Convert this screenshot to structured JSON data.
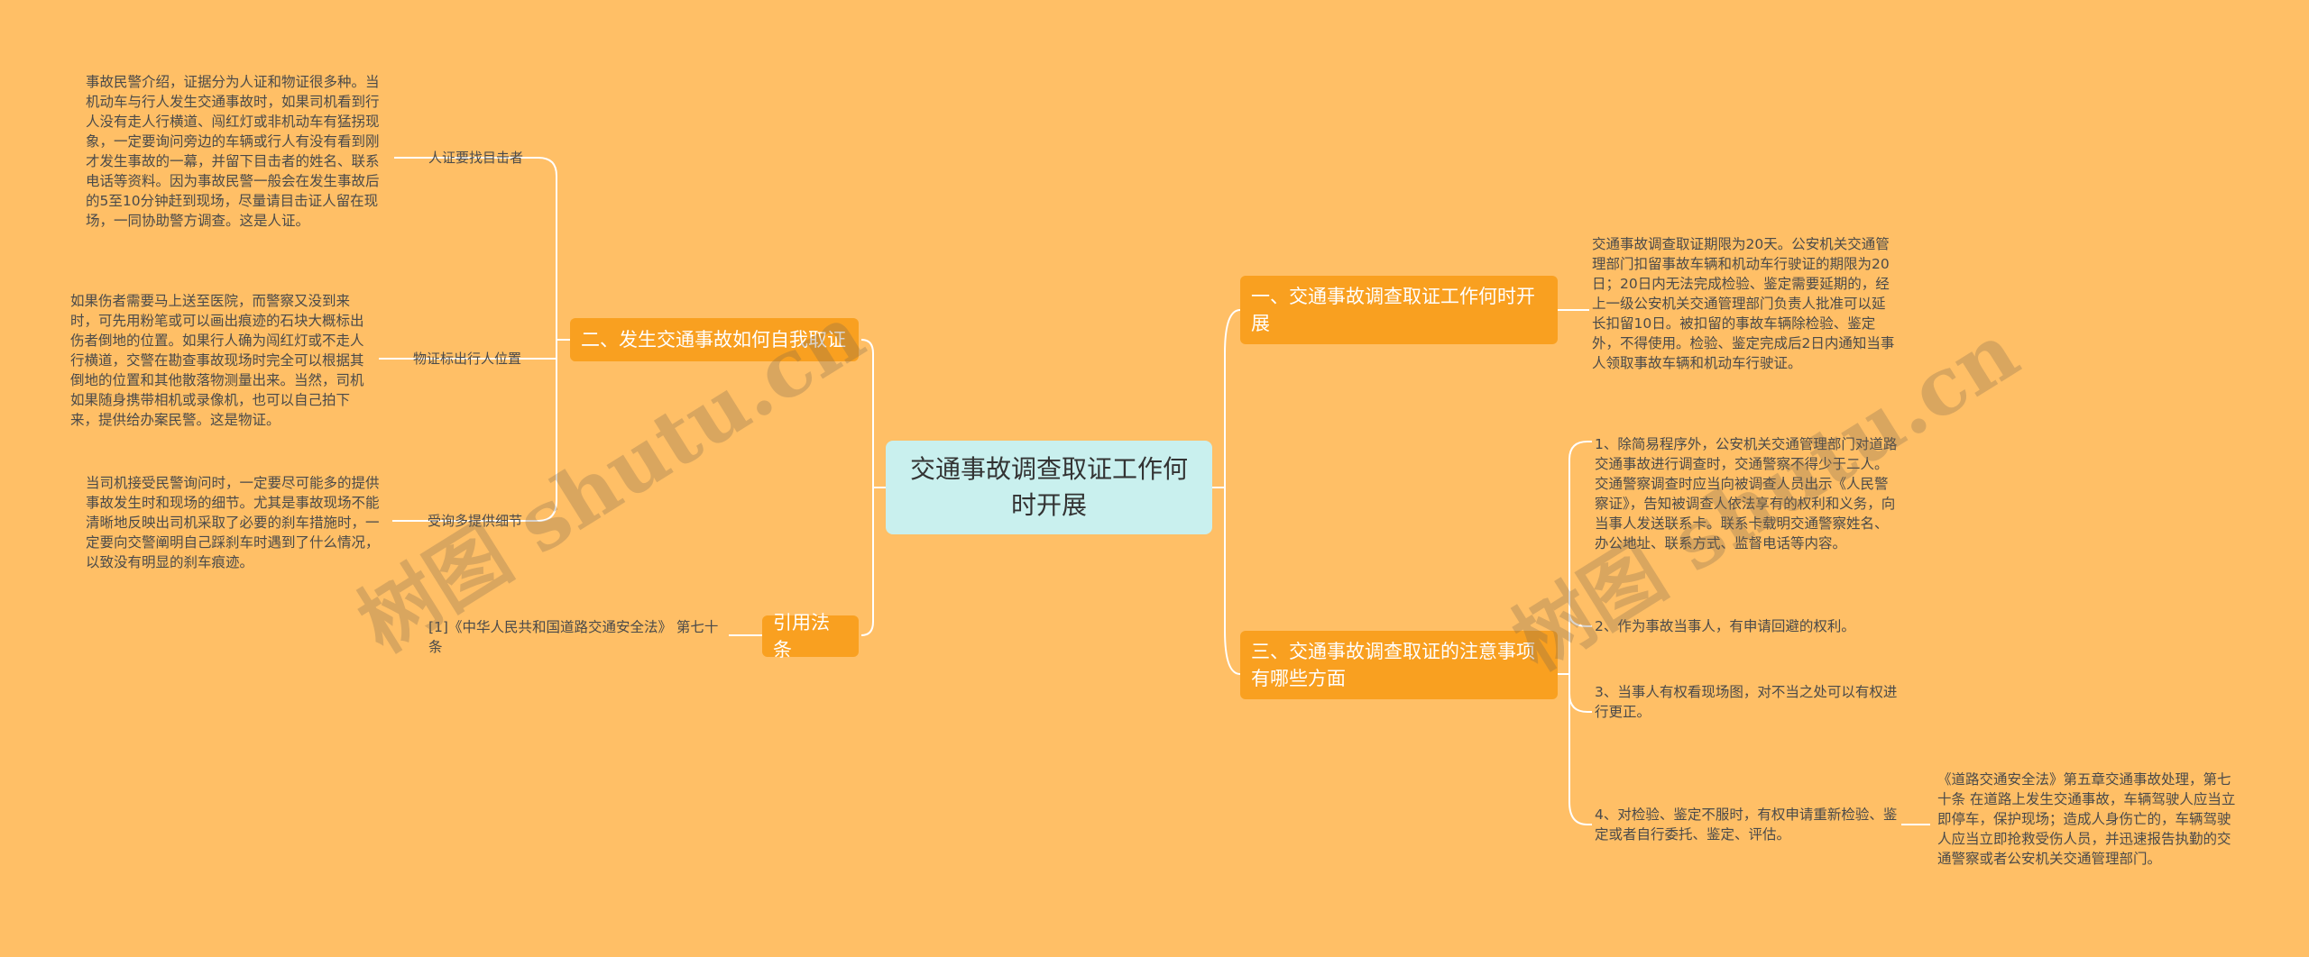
{
  "root": {
    "label": "交通事故调查取证工作何时开展"
  },
  "right": {
    "b1": {
      "label": "一、交通事故调查取证工作何时开展",
      "text": "交通事故调查取证期限为20天。公安机关交通管理部门扣留事故车辆和机动车行驶证的期限为20日；20日内无法完成检验、鉴定需要延期的，经上一级公安机关交通管理部门负责人批准可以延长扣留10日。被扣留的事故车辆除检验、鉴定外，不得使用。检验、鉴定完成后2日内通知当事人领取事故车辆和机动车行驶证。"
    },
    "b3": {
      "label": "三、交通事故调查取证的注意事项有哪些方面",
      "items": [
        "1、除简易程序外，公安机关交通管理部门对道路交通事故进行调查时，交通警察不得少于二人。交通警察调查时应当向被调查人员出示《人民警察证》，告知被调查人依法享有的权利和义务，向当事人发送联系卡。联系卡载明交通警察姓名、办公地址、联系方式、监督电话等内容。",
        "2、作为事故当事人，有申请回避的权利。",
        "3、当事人有权看现场图，对不当之处可以有权进行更正。",
        "4、对检验、鉴定不服时，有权申请重新检验、鉴定或者自行委托、鉴定、评估。"
      ],
      "item4_detail": "《道路交通安全法》第五章交通事故处理，第七十条 在道路上发生交通事故，车辆驾驶人应当立即停车，保护现场；造成人身伤亡的，车辆驾驶人应当立即抢救受伤人员，并迅速报告执勤的交通警察或者公安机关交通管理部门。"
    }
  },
  "left": {
    "b2": {
      "label": "二、发生交通事故如何自我取证",
      "children": [
        {
          "label": "人证要找目击者",
          "text": "事故民警介绍，证据分为人证和物证很多种。当机动车与行人发生交通事故时，如果司机看到行人没有走人行横道、闯红灯或非机动车有猛拐现象，一定要询问旁边的车辆或行人有没有看到刚才发生事故的一幕，并留下目击者的姓名、联系电话等资料。因为事故民警一般会在发生事故后的5至10分钟赶到现场，尽量请目击证人留在现场，一同协助警方调查。这是人证。"
        },
        {
          "label": "物证标出行人位置",
          "text": "如果伤者需要马上送至医院，而警察又没到来时，可先用粉笔或可以画出痕迹的石块大概标出伤者倒地的位置。如果行人确为闯红灯或不走人行横道，交警在勘查事故现场时完全可以根据其倒地的位置和其他散落物测量出来。当然，司机如果随身携带相机或录像机，也可以自己拍下来，提供给办案民警。这是物证。"
        },
        {
          "label": "受询多提供细节",
          "text": "当司机接受民警询问时，一定要尽可能多的提供事故发生时和现场的细节。尤其是事故现场不能清晰地反映出司机采取了必要的刹车措施时，一定要向交警阐明自己踩刹车时遇到了什么情况，以致没有明显的刹车痕迹。"
        }
      ]
    },
    "ref": {
      "label": "引用法条",
      "text": "[1]《中华人民共和国道路交通安全法》 第七十条"
    }
  },
  "watermarks": [
    "树图 shutu.cn",
    "树图 shutu.cn"
  ],
  "colors": {
    "background": "#ffbf66",
    "branch": "#f9a020",
    "root": "#c9f0ee",
    "line": "#ffffff"
  }
}
